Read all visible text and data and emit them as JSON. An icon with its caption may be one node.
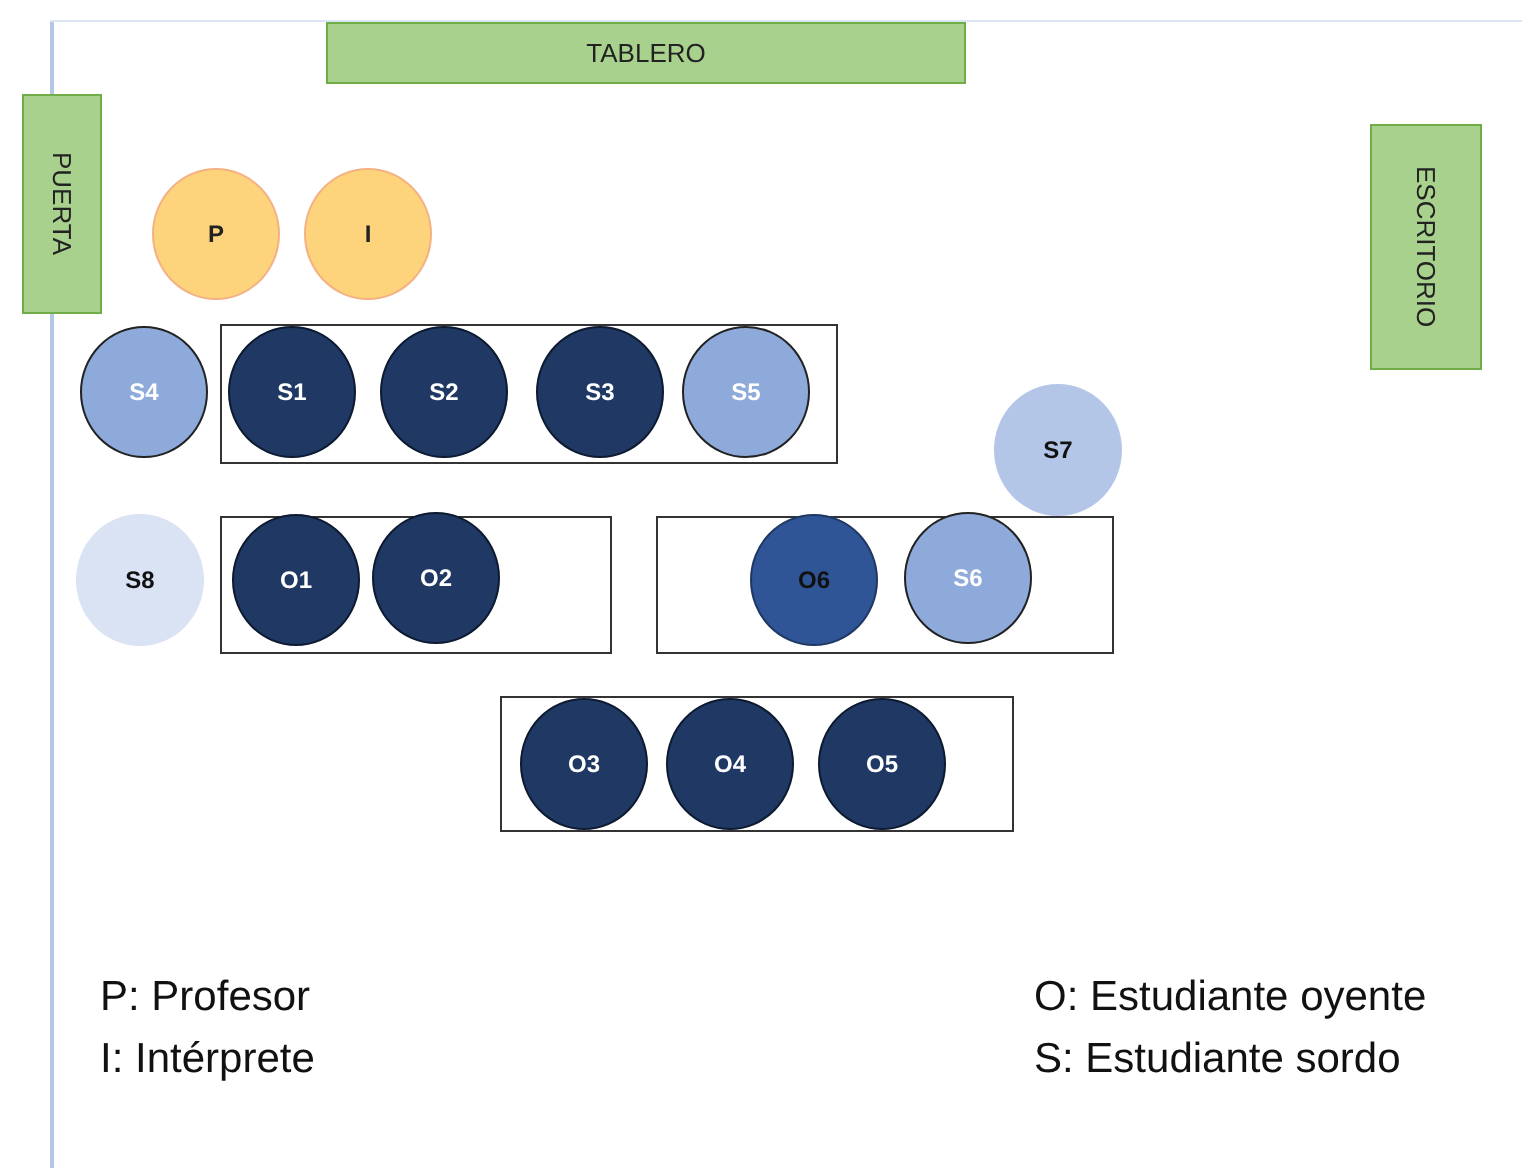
{
  "diagram": {
    "nodes": [
      {
        "text": [
          "TABLERO"
        ]
      },
      {
        "text": [
          "PUERTA"
        ]
      },
      {
        "text": [
          "ESCRITORIO"
        ]
      },
      {
        "text": [
          "P"
        ]
      },
      {
        "text": [
          "I"
        ]
      },
      {
        "text": [
          "S4"
        ]
      },
      {
        "text": [
          "S1"
        ]
      },
      {
        "text": [
          "S2"
        ]
      },
      {
        "text": [
          "S3"
        ]
      },
      {
        "text": [
          "S5"
        ]
      },
      {
        "text": [
          "S7"
        ]
      },
      {
        "text": [
          "S8"
        ]
      },
      {
        "text": [
          "O1"
        ]
      },
      {
        "text": [
          "O2"
        ]
      },
      {
        "text": [
          "O6"
        ]
      },
      {
        "text": [
          "S6"
        ]
      },
      {
        "text": [
          "O3"
        ]
      },
      {
        "text": [
          "O4"
        ]
      },
      {
        "text": [
          "O5"
        ]
      }
    ],
    "edges": [],
    "labels": [
      "P: Profesor",
      "O: Estudiante oyente",
      "I: Intérprete",
      "S: Estudiante sordo"
    ]
  }
}
